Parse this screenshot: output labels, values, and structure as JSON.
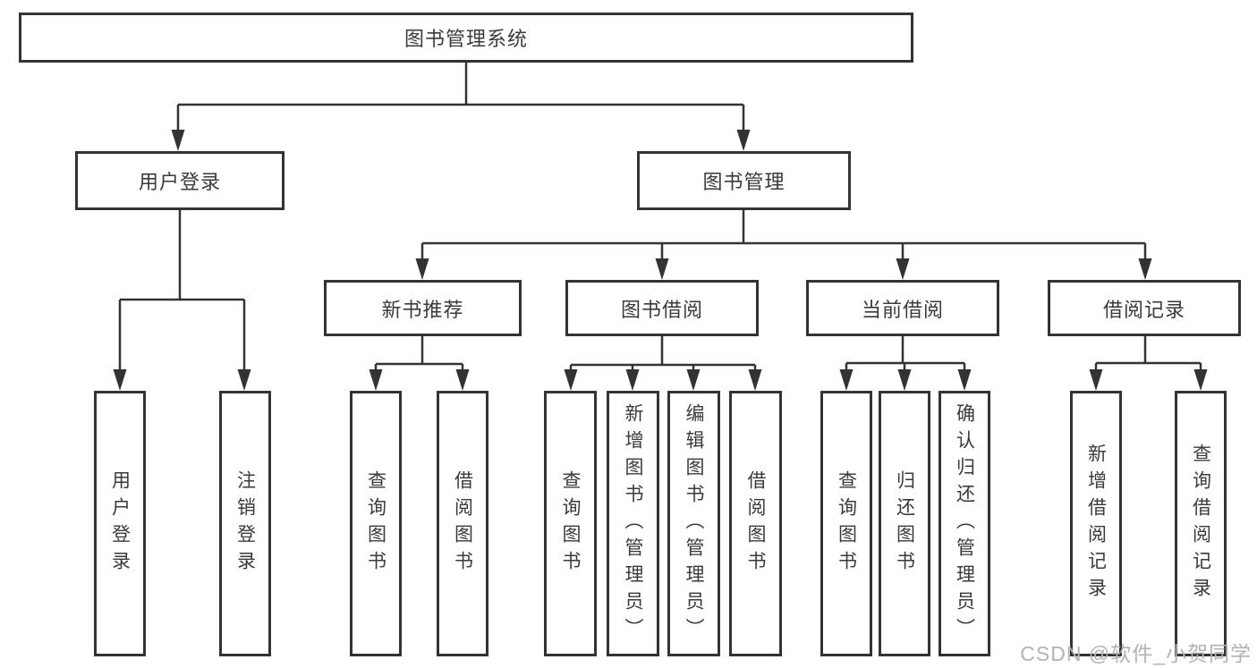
{
  "diagram": {
    "root": "图书管理系统",
    "level2": {
      "user_login": "用户登录",
      "book_management": "图书管理"
    },
    "level3": {
      "new_book_recommend": "新书推荐",
      "book_borrow": "图书借阅",
      "current_borrow": "当前借阅",
      "borrow_records": "借阅记录"
    },
    "leaves": {
      "user_login": [
        "用户登录",
        "注销登录"
      ],
      "new_book_recommend": [
        "查询图书",
        "借阅图书"
      ],
      "book_borrow": [
        "查询图书",
        "新增图书（管理员）",
        "编辑图书（管理员）",
        "借阅图书"
      ],
      "current_borrow": [
        "查询图书",
        "归还图书",
        "确认归还（管理员）"
      ],
      "borrow_records": [
        "新增借阅记录",
        "查询借阅记录"
      ]
    }
  },
  "watermark": "CSDN @软件_小贺同学",
  "colors": {
    "line": "#333333",
    "text": "#3a3a3a",
    "watermark": "#b3b3b3",
    "background": "#ffffff"
  }
}
